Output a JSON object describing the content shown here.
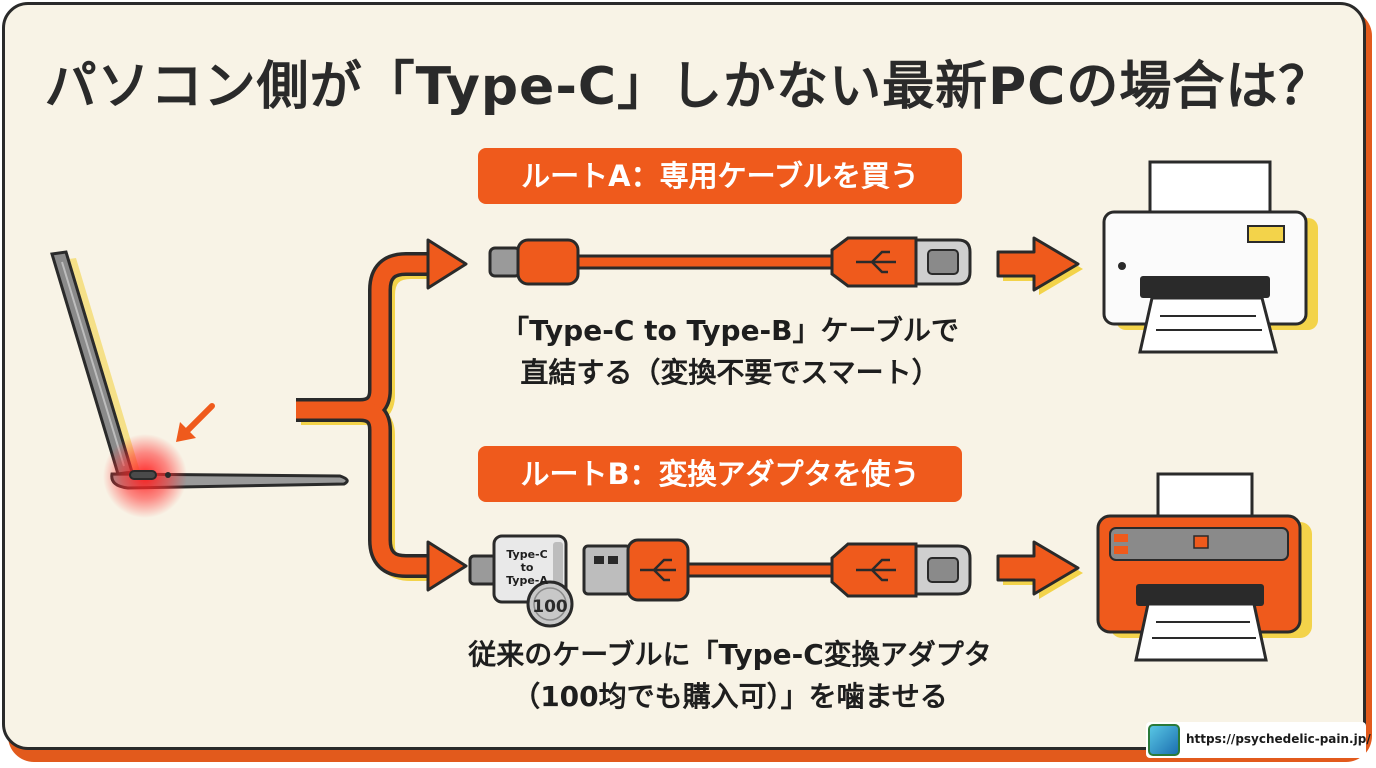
{
  "title": "パソコン側が「Type-C」しかない最新PCの場合は？",
  "route_a": {
    "label": "ルートA：専用ケーブルを買う",
    "caption_line1": "「Type-C to Type-B」ケーブルで",
    "caption_line2": "直結する（変換不要でスマート）"
  },
  "route_b": {
    "label": "ルートB：変換アダプタを使う",
    "adapter_text": [
      "Type-C",
      "to",
      "Type-A"
    ],
    "coin_text": "100",
    "caption_line1": "従来のケーブルに「Type-C変換アダプタ",
    "caption_line2": "（100均でも購入可）」を噛ませる"
  },
  "footer": {
    "url": "https://psychedelic-pain.jp/"
  },
  "colors": {
    "accent": "#ef5a1c",
    "background": "#f8f3e6",
    "outline": "#2a2a2a",
    "highlight": "#f3d34a"
  }
}
